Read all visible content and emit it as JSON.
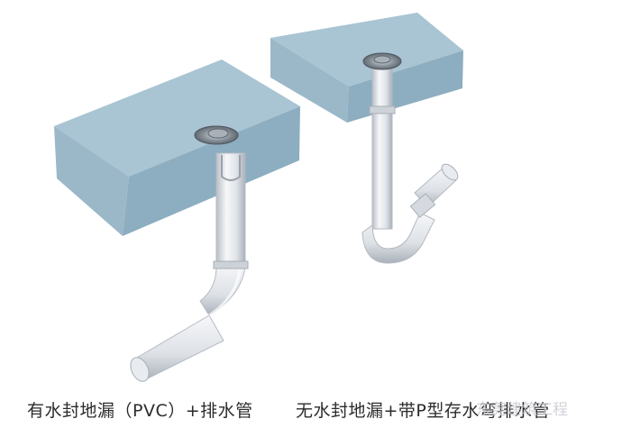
{
  "captions": {
    "left": "有水封地漏（PVC）+排水管",
    "right": "无水封地漏+带P型存水弯排水管"
  },
  "watermark": "东莞建筑工程",
  "colors": {
    "slab_top": "#a9c4d3",
    "slab_front": "#95b3c4",
    "slab_side": "#87a6b8",
    "pipe_light": "#f4f5f7",
    "pipe_mid": "#d9dde3",
    "pipe_dark": "#aeb4bd",
    "drain_metal": "#6e7780"
  }
}
